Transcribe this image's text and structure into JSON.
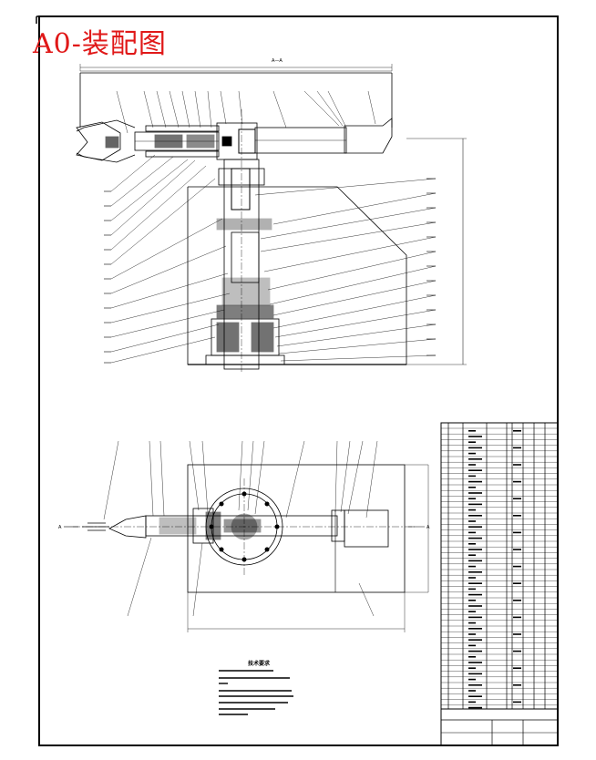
{
  "sheet": {
    "title_label": "A0-装配图",
    "section_label": "A—A",
    "view_label_a": "A"
  },
  "technical_requirements": {
    "heading": "技术要求"
  },
  "colors": {
    "title": "#e01818",
    "line": "#000000",
    "paper": "#ffffff"
  }
}
